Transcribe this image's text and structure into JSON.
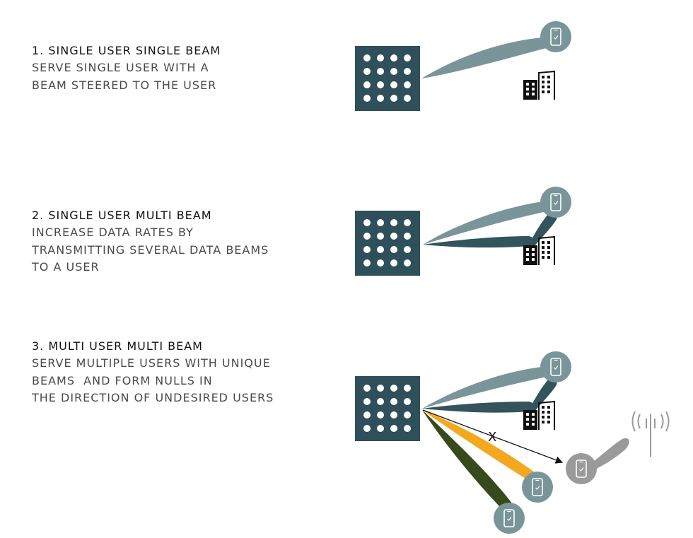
{
  "scenarios": [
    {
      "title": "1. SINGLE USER SINGLE BEAM",
      "lines": [
        "SERVE SINGLE USER WITH A",
        "BEAM STEERED TO THE USER"
      ]
    },
    {
      "title": "2. SINGLE USER MULTI BEAM",
      "lines": [
        "INCREASE DATA RATES BY",
        "TRANSMITTING SEVERAL DATA BEAMS",
        "TO A USER"
      ]
    },
    {
      "title": "3. MULTI USER MULTI BEAM",
      "lines": [
        "SERVE MULTIPLE USERS WITH UNIQUE",
        "BEAMS  AND FORM NULLS IN",
        "THE DIRECTION OF UNDESIRED USERS"
      ]
    }
  ],
  "null_marker": "X",
  "colors": {
    "array": "#2f4f5a",
    "beam_primary": "#7a9599",
    "beam_reflected": "#33545c",
    "beam_yellow": "#f3a81f",
    "beam_olive": "#364a1c",
    "user_badge": "#7a9599",
    "undesired_gray": "#9a9a9a",
    "building": "#111111"
  },
  "icons": [
    "antenna-array-icon",
    "phone-icon",
    "building-icon",
    "cell-tower-icon"
  ]
}
